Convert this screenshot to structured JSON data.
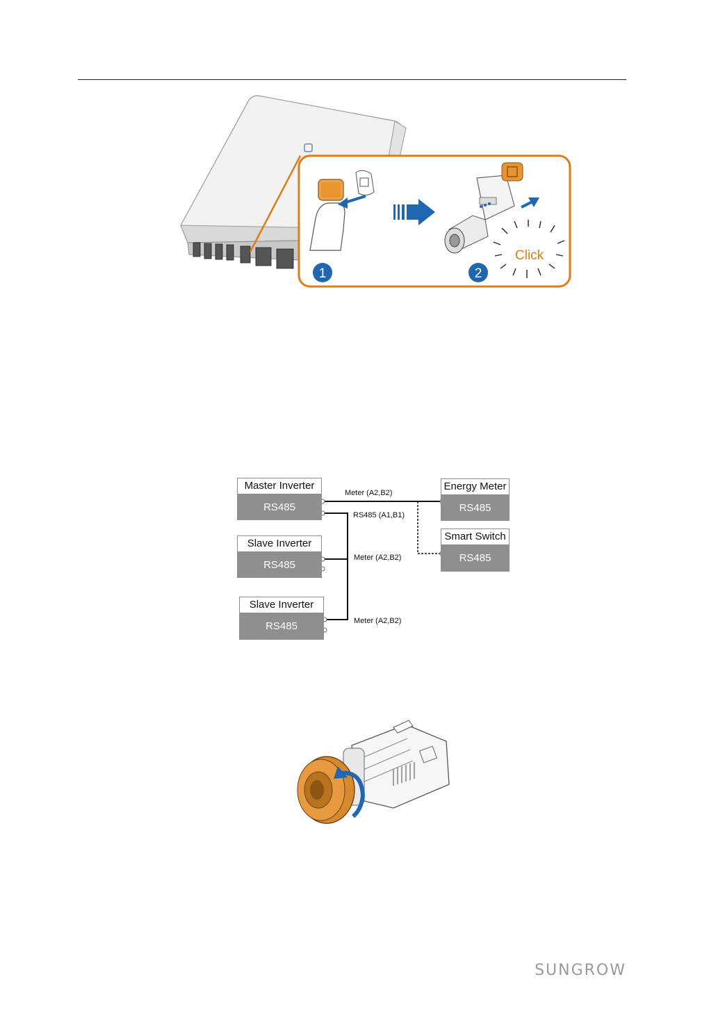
{
  "figure1": {
    "click_label": "Click",
    "step1_number": "1",
    "step2_number": "2",
    "accent_color": "#e07c14",
    "step_color": "#1f67b1"
  },
  "diagram": {
    "master": {
      "title": "Master Inverter",
      "port": "RS485"
    },
    "slave1": {
      "title": "Slave Inverter",
      "port": "RS485"
    },
    "slave2": {
      "title": "Slave Inverter",
      "port": "RS485"
    },
    "energy_meter": {
      "title": "Energy Meter",
      "port": "RS485"
    },
    "smart_switch": {
      "title": "Smart Switch",
      "port": "RS485"
    },
    "labels": {
      "meter_top": "Meter (A2,B2)",
      "rs485_master": "RS485 (A1,B1)",
      "meter_slave1": "Meter (A2,B2)",
      "meter_slave2": "Meter (A2,B2)"
    }
  },
  "footer": {
    "brand": "SUNGROW"
  }
}
